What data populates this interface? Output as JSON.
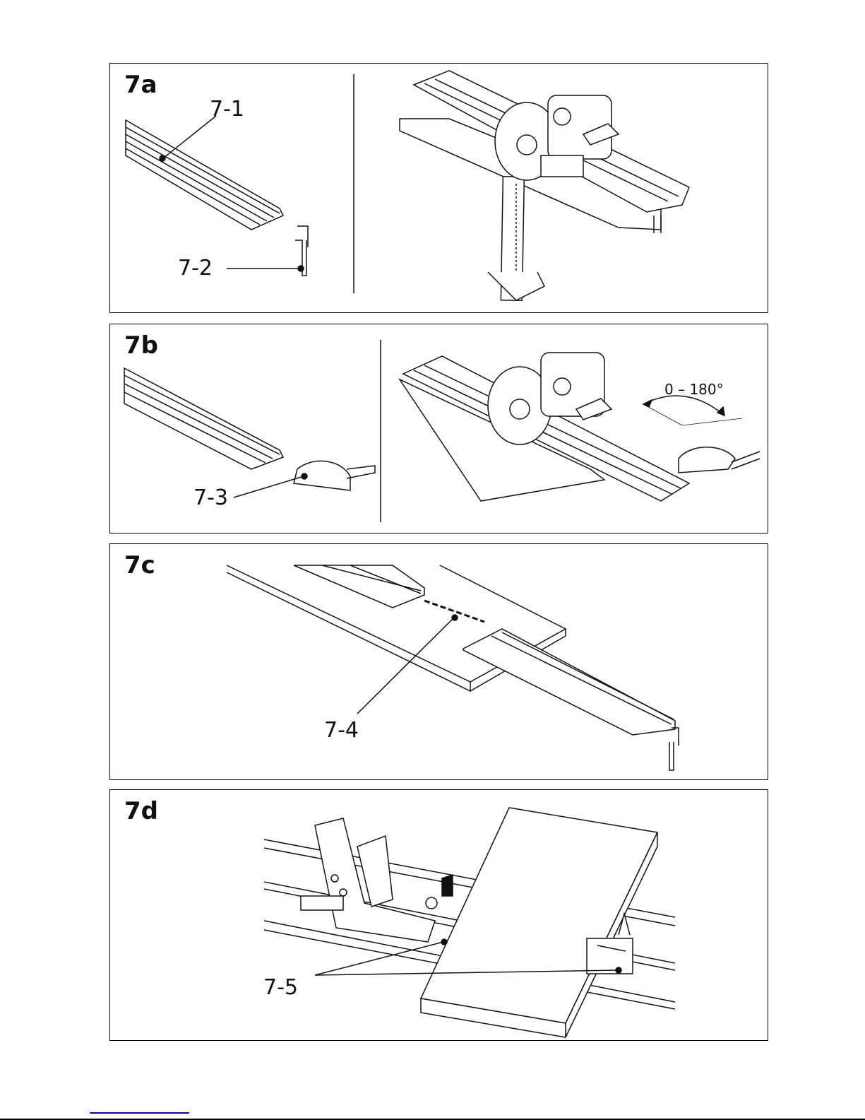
{
  "figures": [
    {
      "id": "7a",
      "callouts": [
        "7-1",
        "7-2"
      ]
    },
    {
      "id": "7b",
      "callouts": [
        "7-3"
      ],
      "angle_label": "0 – 180°"
    },
    {
      "id": "7c",
      "callouts": [
        "7-4"
      ]
    },
    {
      "id": "7d",
      "callouts": [
        "7-5"
      ]
    }
  ]
}
